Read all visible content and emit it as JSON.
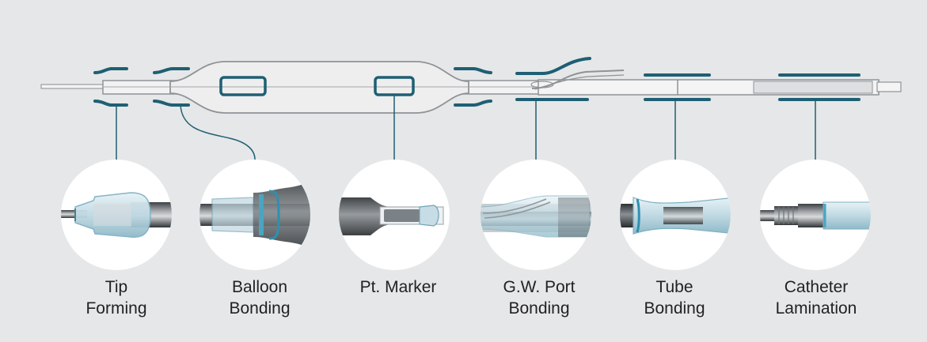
{
  "colors": {
    "background": "#e6e7e8",
    "accent": "#1e5f73",
    "catheter_outline": "#8f9397",
    "catheter_fill": "#eeeeef",
    "circle_fill": "#ffffff"
  },
  "steps": [
    {
      "id": "tip-forming",
      "line1": "Tip",
      "line2": "Forming",
      "icon": "tip-forming-detail-icon"
    },
    {
      "id": "balloon-bonding",
      "line1": "Balloon",
      "line2": "Bonding",
      "icon": "balloon-bonding-detail-icon"
    },
    {
      "id": "pt-marker",
      "line1": "Pt. Marker",
      "line2": "",
      "icon": "pt-marker-detail-icon"
    },
    {
      "id": "gw-port-bonding",
      "line1": "G.W. Port",
      "line2": "Bonding",
      "icon": "gw-port-bonding-detail-icon"
    },
    {
      "id": "tube-bonding",
      "line1": "Tube",
      "line2": "Bonding",
      "icon": "tube-bonding-detail-icon"
    },
    {
      "id": "catheter-lamination",
      "line1": "Catheter",
      "line2": "Lamination",
      "icon": "catheter-lamination-detail-icon"
    }
  ]
}
